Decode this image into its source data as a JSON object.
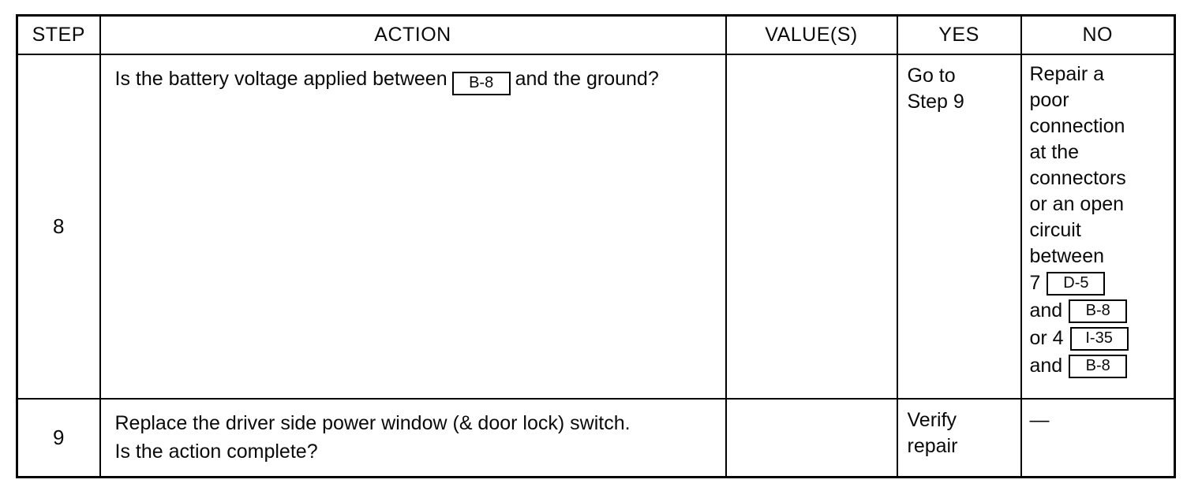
{
  "table": {
    "headers": [
      "STEP",
      "ACTION",
      "VALUE(S)",
      "YES",
      "NO"
    ],
    "rows": [
      {
        "step": "8",
        "action": {
          "pre": "Is the battery voltage applied between",
          "connector": "B-8",
          "post": "and the ground?"
        },
        "value": "",
        "yes": {
          "lines": [
            "Go to",
            "Step 9"
          ]
        },
        "no": {
          "lines": [
            "Repair a",
            "poor",
            "connection",
            "at the",
            "connectors",
            "or an open",
            "circuit",
            "between"
          ],
          "ref_lines": [
            {
              "pre": "7",
              "connector": "D-5"
            },
            {
              "pre": "and",
              "connector": "B-8"
            },
            {
              "pre": "or 4",
              "connector": "I-35"
            },
            {
              "pre": "and",
              "connector": "B-8"
            }
          ]
        }
      },
      {
        "step": "9",
        "action": {
          "lines": [
            "Replace the driver side power window (& door lock) switch.",
            "Is the action complete?"
          ]
        },
        "value": "",
        "yes": {
          "lines": [
            "Verify",
            "repair"
          ]
        },
        "no": {
          "dash": "—"
        }
      }
    ]
  }
}
